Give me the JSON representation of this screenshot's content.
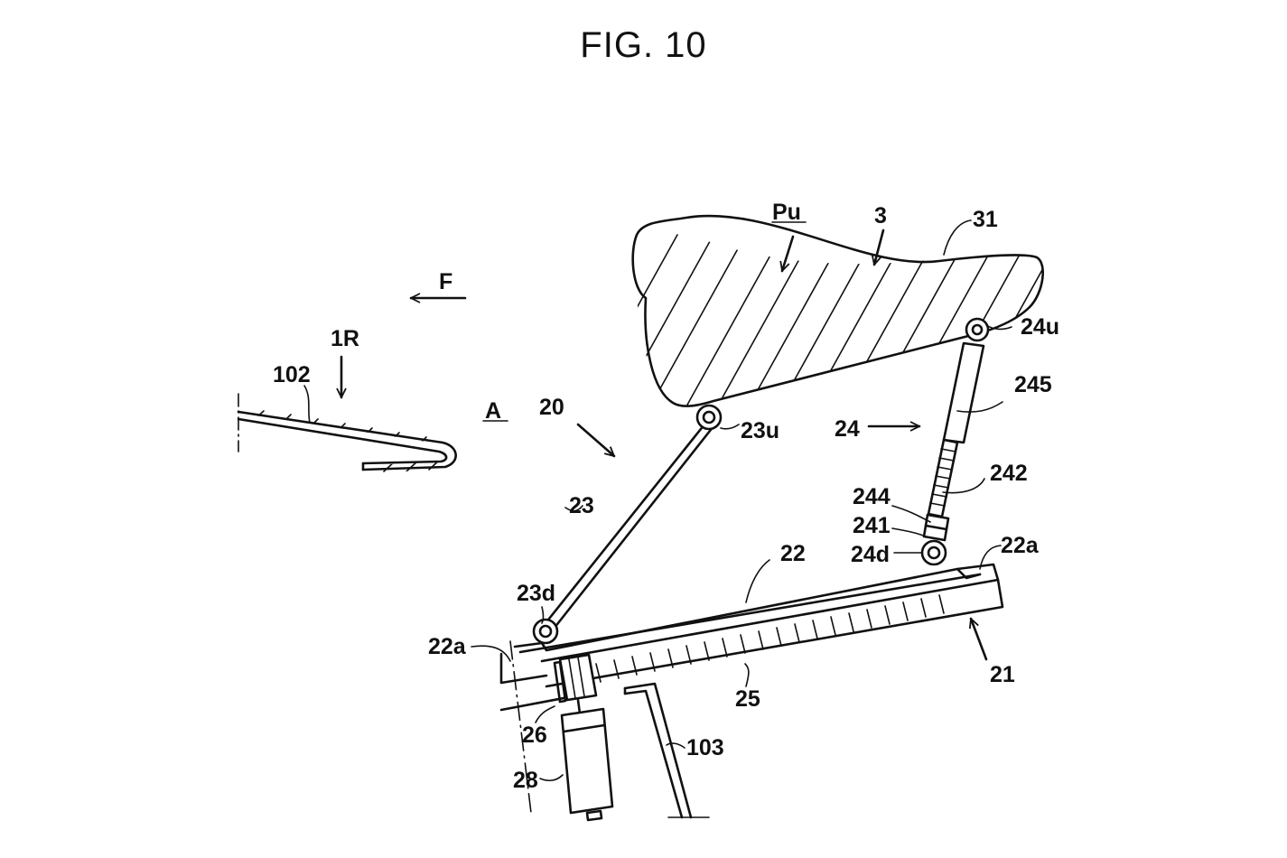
{
  "figure": {
    "title": "FIG. 10"
  },
  "labels": {
    "F": "F",
    "1R": "1R",
    "102": "102",
    "A": "A",
    "20": "20",
    "Pu": "Pu",
    "3": "3",
    "31": "31",
    "24u": "24u",
    "245": "245",
    "24": "24",
    "23u": "23u",
    "242": "242",
    "244": "244",
    "241": "241",
    "24d": "24d",
    "22a_right": "22a",
    "22": "22",
    "23": "23",
    "23d": "23d",
    "22a_left": "22a",
    "21": "21",
    "25": "25",
    "26": "26",
    "103": "103",
    "28": "28"
  }
}
